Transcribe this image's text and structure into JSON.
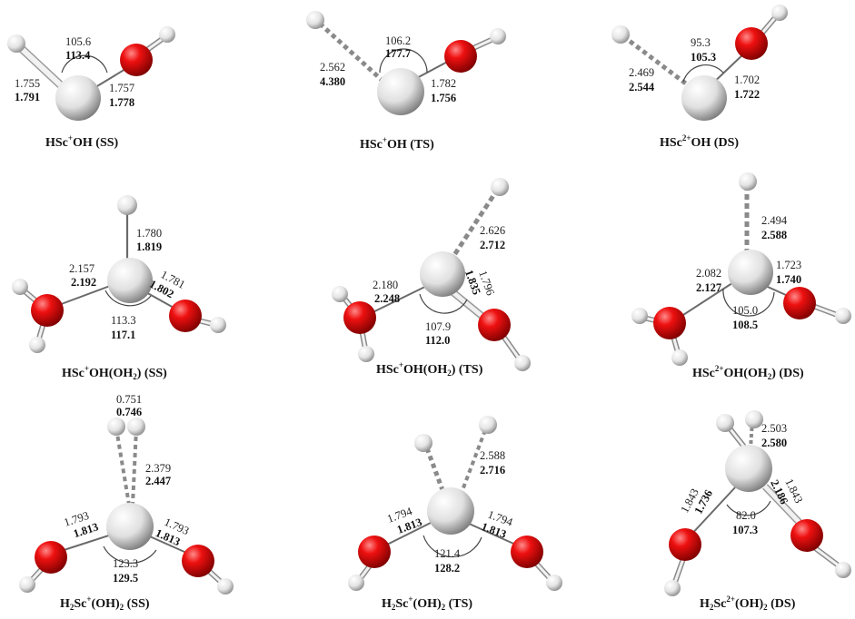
{
  "panels": [
    {
      "id": "p1",
      "caption": {
        "head": "HSc",
        "charge": "+",
        "tail": "OH (SS)"
      },
      "labels": {
        "angle": [
          "105.6",
          "113.4"
        ],
        "bond_H": [
          "1.755",
          "1.791"
        ],
        "bond_O": [
          "1.757",
          "1.778"
        ]
      }
    },
    {
      "id": "p2",
      "caption": {
        "head": "HSc",
        "charge": "+",
        "tail": "OH (TS)"
      },
      "labels": {
        "angle": [
          "106.2",
          "177.7"
        ],
        "bond_H": [
          "2.562",
          "4.380"
        ],
        "bond_O": [
          "1.782",
          "1.756"
        ]
      }
    },
    {
      "id": "p3",
      "caption": {
        "head": "HSc",
        "charge": "2+",
        "tail": "OH (DS)"
      },
      "labels": {
        "angle": [
          "95.3",
          "105.3"
        ],
        "bond_H": [
          "2.469",
          "2.544"
        ],
        "bond_O": [
          "1.702",
          "1.722"
        ]
      }
    },
    {
      "id": "p4",
      "caption": {
        "head": "HSc",
        "charge": "+",
        "mid": "OH(OH",
        "sub": "2",
        "tail": ") (SS)"
      },
      "labels": {
        "bond_H": [
          "1.780",
          "1.819"
        ],
        "bond_water": [
          "2.157",
          "2.192"
        ],
        "bond_OH": [
          "1.781",
          "1.802"
        ],
        "angle": [
          "113.3",
          "117.1"
        ]
      }
    },
    {
      "id": "p5",
      "caption": {
        "head": "HSc",
        "charge": "+",
        "mid": "OH(OH",
        "sub": "2",
        "tail": ") (TS)"
      },
      "labels": {
        "bond_H": [
          "2.626",
          "2.712"
        ],
        "bond_water": [
          "2.180",
          "2.248"
        ],
        "bond_OH": [
          "1.796",
          "1.835"
        ],
        "angle": [
          "107.9",
          "112.0"
        ]
      }
    },
    {
      "id": "p6",
      "caption": {
        "head": "HSc",
        "charge": "2+",
        "mid": "OH(OH",
        "sub": "2",
        "tail": ") (DS)"
      },
      "labels": {
        "bond_H": [
          "2.494",
          "2.588"
        ],
        "bond_water": [
          "2.082",
          "2.127"
        ],
        "bond_OH": [
          "1.723",
          "1.740"
        ],
        "angle": [
          "105.0",
          "108.5"
        ]
      }
    },
    {
      "id": "p7",
      "caption": {
        "pre": "H",
        "pre_sub": "2",
        "head": "Sc",
        "charge": "+",
        "mid": "(OH)",
        "sub": "2",
        "tail": " (SS)"
      },
      "labels": {
        "hh": [
          "0.751",
          "0.746"
        ],
        "bond_H2": [
          "2.379",
          "2.447"
        ],
        "bond_OL": [
          "1.793",
          "1.813"
        ],
        "bond_OR": [
          "1.793",
          "1.813"
        ],
        "angle": [
          "123.3",
          "129.5"
        ]
      }
    },
    {
      "id": "p8",
      "caption": {
        "pre": "H",
        "pre_sub": "2",
        "head": "Sc",
        "charge": "+",
        "mid": "(OH)",
        "sub": "2",
        "tail": " (TS)"
      },
      "labels": {
        "bond_H2": [
          "2.588",
          "2.716"
        ],
        "bond_OL": [
          "1.794",
          "1.813"
        ],
        "bond_OR": [
          "1.794",
          "1.813"
        ],
        "angle": [
          "121.4",
          "128.2"
        ]
      }
    },
    {
      "id": "p9",
      "caption": {
        "pre": "H",
        "pre_sub": "2",
        "head": "Sc",
        "charge": "2+",
        "mid": "(OH)",
        "sub": "2",
        "tail": " (DS)"
      },
      "labels": {
        "bond_H2": [
          "2.503",
          "2.580"
        ],
        "bond_OL": [
          "1.843",
          "1.736"
        ],
        "bond_OR": [
          "1.843",
          "2.186"
        ],
        "angle": [
          "82.0",
          "107.3"
        ]
      }
    }
  ],
  "atom_colors": {
    "Sc": "#e6e6e6",
    "O": "#e00000",
    "H": "#f2f2f2",
    "bond": "#8a8a8a"
  }
}
